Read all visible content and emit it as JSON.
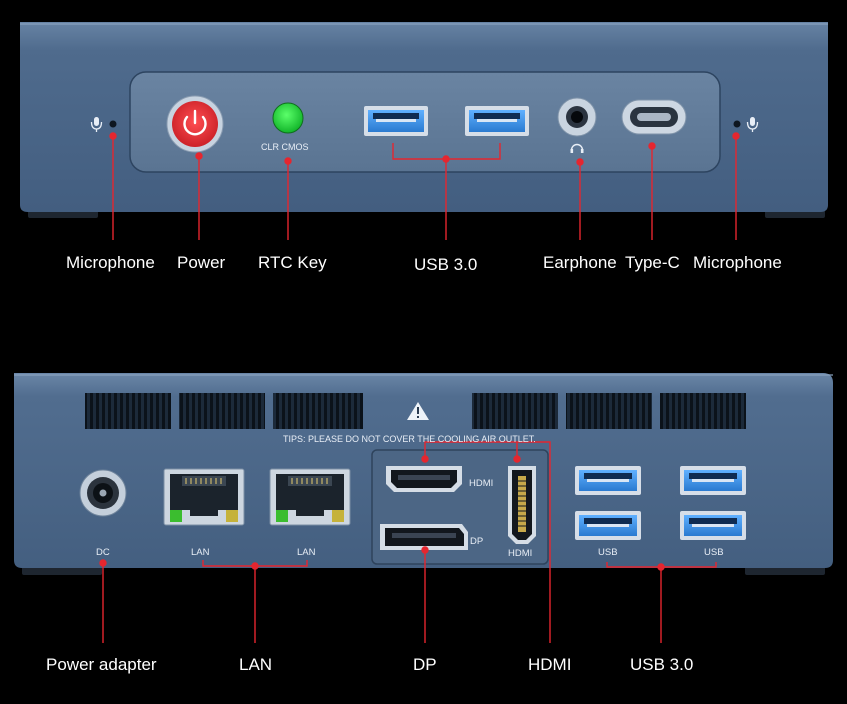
{
  "front": {
    "clr_cmos": "CLR  CMOS",
    "callouts": {
      "microphone_left": "Microphone",
      "power": "Power",
      "rtc_key": "RTC Key",
      "usb30": "USB 3.0",
      "earphone": "Earphone",
      "typec": "Type-C",
      "microphone_right": "Microphone"
    }
  },
  "rear": {
    "tips": "TIPS: PLEASE DO NOT COVER THE COOLING AIR OUTLET.",
    "port_labels": {
      "dc": "DC",
      "lan1": "LAN",
      "lan2": "LAN",
      "hdmi_h": "HDMI",
      "dp": "DP",
      "hdmi_v": "HDMI",
      "usb1": "USB",
      "usb2": "USB"
    },
    "callouts": {
      "power_adapter": "Power adapter",
      "lan": "LAN",
      "dp": "DP",
      "hdmi": "HDMI",
      "usb30": "USB 3.0"
    }
  },
  "colors": {
    "chassis": "#4a6688",
    "panel": "#5a7594",
    "accent_red": "#e5262f",
    "power_button": "#e8363c",
    "rtc_green": "#22d43a",
    "usb_blue": "#3a8fe0",
    "background": "#000000"
  }
}
